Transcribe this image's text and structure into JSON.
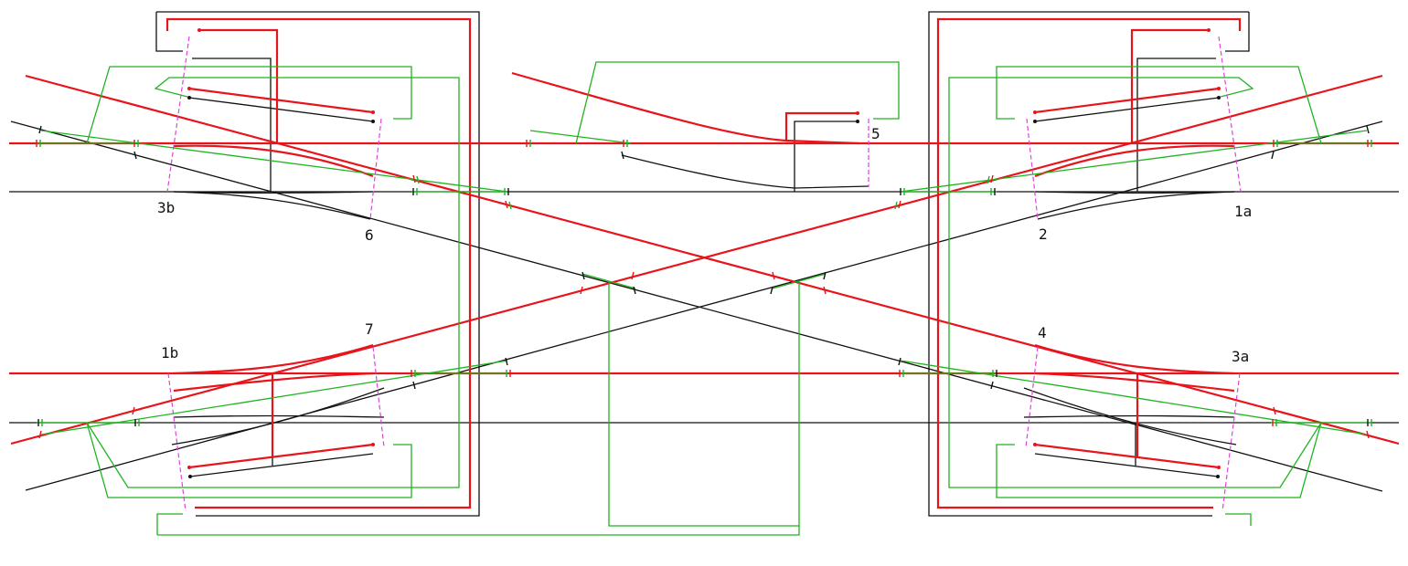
{
  "diagram": {
    "colors": {
      "red_route": "#e8141b",
      "green_route": "#1fb41f",
      "black_route": "#111111",
      "point_axis": "#dd44dd",
      "background": "#ffffff"
    },
    "labels": {
      "sw_3b": "3b",
      "sw_6": "6",
      "sw_5": "5",
      "sw_2": "2",
      "sw_1a": "1a",
      "sw_1b": "1b",
      "sw_7": "7",
      "sw_4": "4",
      "sw_3a": "3a"
    }
  }
}
